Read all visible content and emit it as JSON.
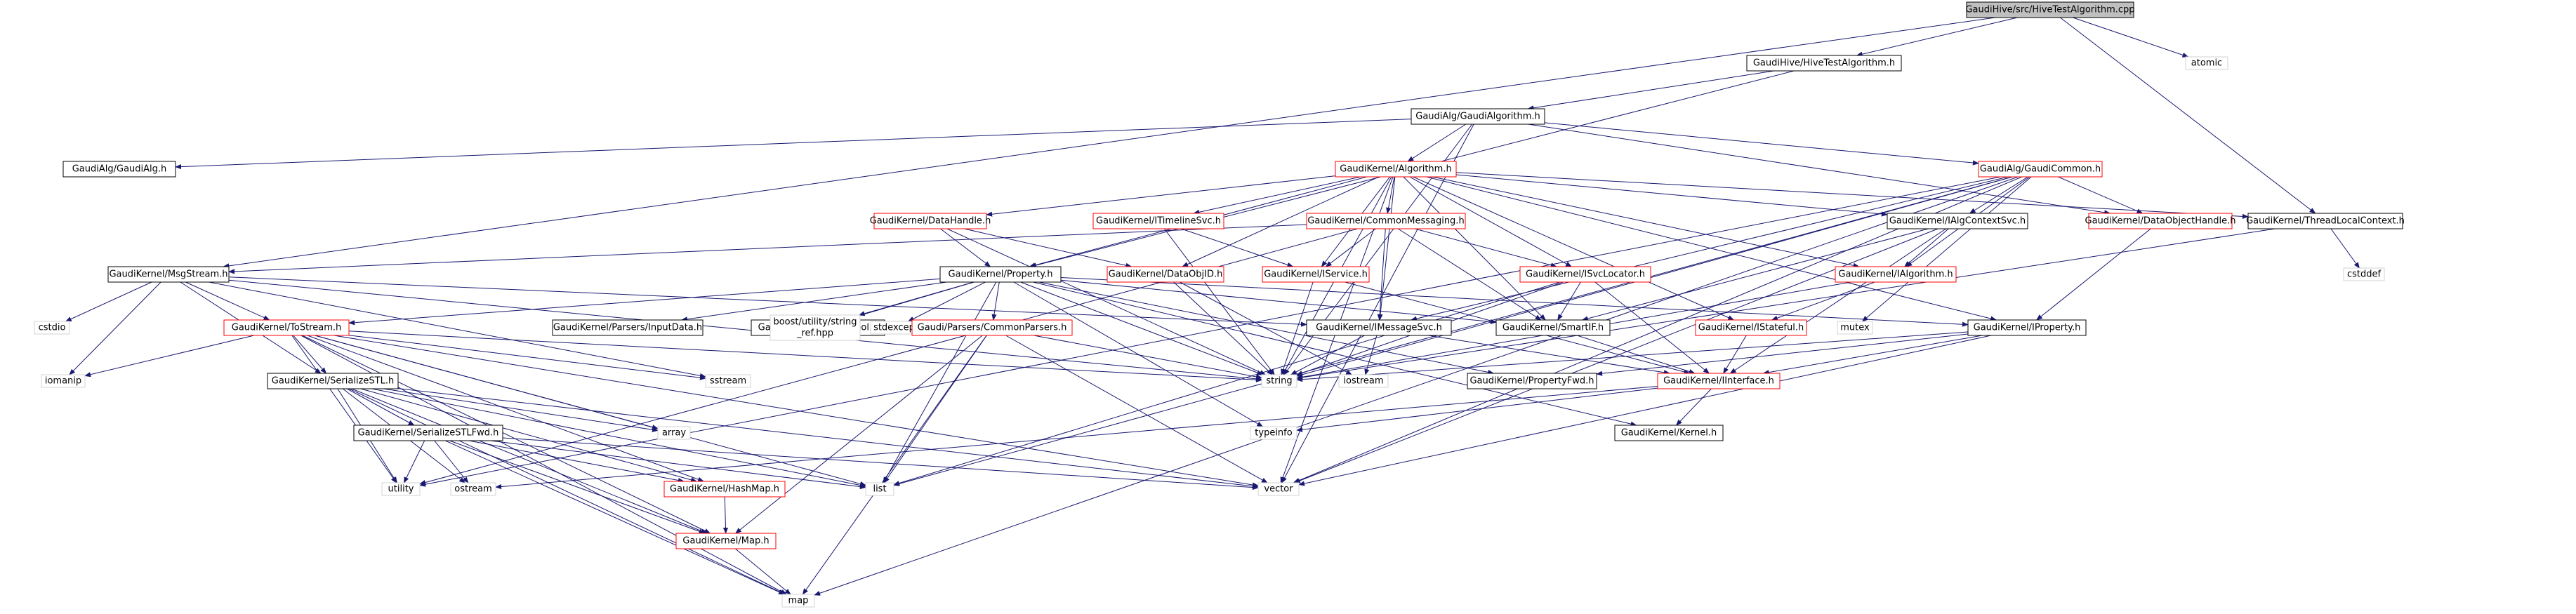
{
  "colors": {
    "edge": "#191970",
    "node_border": "#000000",
    "node_border_red": "#ff0000",
    "root_fill": "#bfbfbf",
    "node_fill": "#ffffff",
    "sys_border": "#d3d3d3"
  },
  "nodes": {
    "root": "GaudiHive/src/HiveTestAlgorithm.cpp",
    "hive_test_h": "GaudiHive/HiveTestAlgorithm.h",
    "atomic": "atomic",
    "gaudi_algorithm_h": "GaudiAlg/GaudiAlgorithm.h",
    "gaudi_alg_h": "GaudiAlg/GaudiAlg.h",
    "algorithm_h": "GaudiKernel/Algorithm.h",
    "gaudi_common_h": "GaudiAlg/GaudiCommon.h",
    "data_handle_h": "GaudiKernel/DataHandle.h",
    "itimeline_svc_h": "GaudiKernel/ITimelineSvc.h",
    "common_messaging_h": "GaudiKernel/CommonMessaging.h",
    "ialg_context_svc_h": "GaudiKernel/IAlgContextSvc.h",
    "data_object_handle_h": "GaudiKernel/DataObjectHandle.h",
    "thread_local_context_h": "GaudiKernel/ThreadLocalContext.h",
    "msg_stream_h": "GaudiKernel/MsgStream.h",
    "property_h": "GaudiKernel/Property.h",
    "data_obj_id_h": "GaudiKernel/DataObjID.h",
    "iservice_h": "GaudiKernel/IService.h",
    "isvc_locator_h": "GaudiKernel/ISvcLocator.h",
    "ialgorithm_h": "GaudiKernel/IAlgorithm.h",
    "cstddef": "cstddef",
    "cstdio": "cstdio",
    "to_stream_h": "GaudiKernel/ToStream.h",
    "input_data_h": "GaudiKernel/Parsers/InputData.h",
    "tagged_bool_h": "GaudiKernel/TaggedBool.h",
    "boost_string_ref_1": "boost/utility/string",
    "boost_string_ref_2": "_ref.hpp",
    "stdexcept": "stdexcept",
    "common_parsers_h": "Gaudi/Parsers/CommonParsers.h",
    "imessage_svc_h": "GaudiKernel/IMessageSvc.h",
    "smart_if_h": "GaudiKernel/SmartIF.h",
    "istateful_h": "GaudiKernel/IStateful.h",
    "mutex": "mutex",
    "iproperty_h": "GaudiKernel/IProperty.h",
    "iomanip": "iomanip",
    "sstream": "sstream",
    "serialize_stl_h": "GaudiKernel/SerializeSTL.h",
    "string": "string",
    "iostream": "iostream",
    "property_fwd_h": "GaudiKernel/PropertyFwd.h",
    "iinterface_h": "GaudiKernel/IInterface.h",
    "array": "array",
    "typeinfo": "typeinfo",
    "kernel_h": "GaudiKernel/Kernel.h",
    "serialize_stl_fwd_h": "GaudiKernel/SerializeSTLFwd.h",
    "utility": "utility",
    "ostream": "ostream",
    "hash_map_h": "GaudiKernel/HashMap.h",
    "list": "list",
    "vector": "vector",
    "map_h": "GaudiKernel/Map.h",
    "map": "map"
  }
}
